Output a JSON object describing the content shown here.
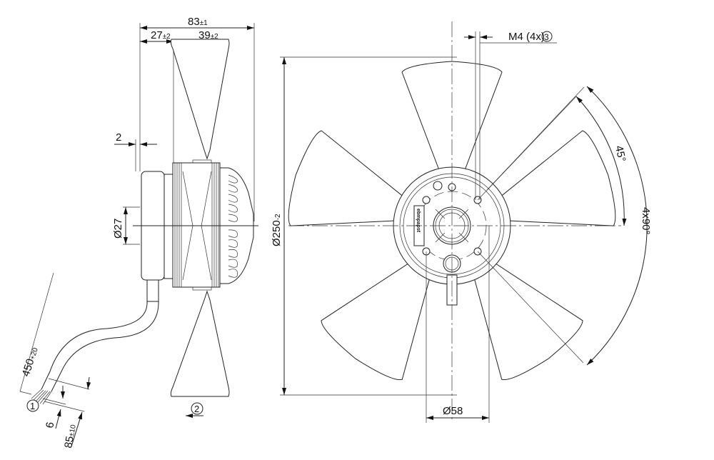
{
  "side_view": {
    "overall_length": {
      "value": "83",
      "tol": "±1"
    },
    "hub_offset": {
      "value": "27",
      "tol": "±2"
    },
    "blade_width": {
      "value": "39",
      "tol": "±2"
    },
    "gap": {
      "value": "2"
    },
    "shaft_diameter": {
      "value": "Ø27"
    },
    "cable_length": {
      "value": "450",
      "tol": "+20"
    },
    "strip_length": {
      "value": "6"
    },
    "wire_length": {
      "value": "85",
      "tol": "±10"
    },
    "callout_cable": "1",
    "callout_airflow": "2"
  },
  "front_view": {
    "fan_diameter": {
      "value": "Ø250",
      "tol": "-2"
    },
    "hub_diameter": {
      "value": "Ø58"
    },
    "mounting_thread": {
      "value": "M4 (4x)",
      "callout": "3"
    },
    "angle_offset": "45°",
    "angle_pattern": "4x90°",
    "blade_count": 5,
    "logo_text": "ebmpapst"
  }
}
